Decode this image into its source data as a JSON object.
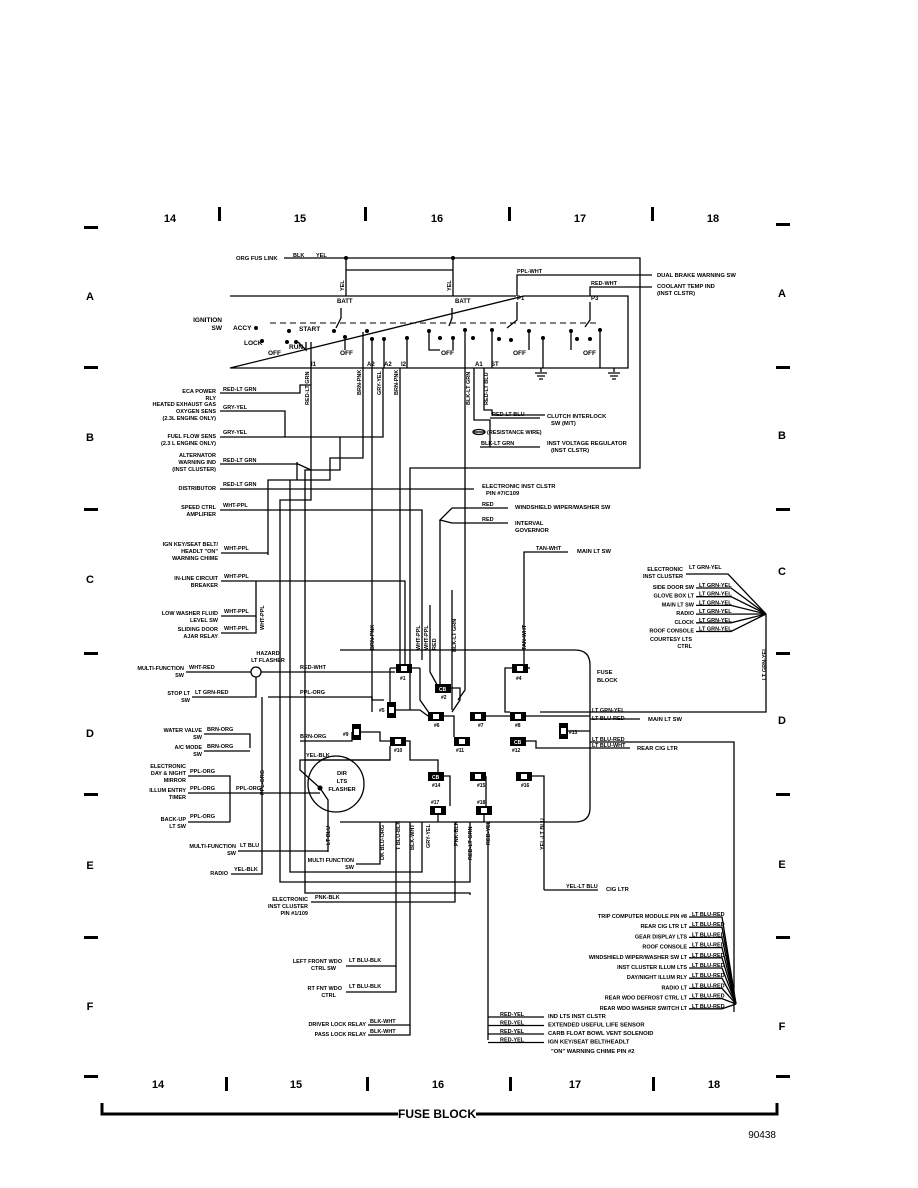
{
  "grid": {
    "columns_top": [
      "14",
      "15",
      "16",
      "17",
      "18"
    ],
    "columns_bottom": [
      "14",
      "15",
      "16",
      "17",
      "18"
    ],
    "rows_left": [
      "A",
      "B",
      "C",
      "D",
      "E",
      "F"
    ],
    "rows_right": [
      "A",
      "B",
      "C",
      "D",
      "E",
      "F"
    ]
  },
  "footer": {
    "title": "FUSE BLOCK",
    "figure_number": "90438"
  },
  "ignition": {
    "label": [
      "IGNITION",
      "SW"
    ],
    "accy": "ACCY",
    "lock": "LOCK",
    "start": "START",
    "run": "RUN",
    "off1": "OFF",
    "off2": "OFF",
    "off3": "OFF",
    "off4": "OFF",
    "off5": "OFF",
    "batt1": "BATT",
    "batt2": "BATT",
    "p1": "P1",
    "p3": "P3",
    "i1": "I1",
    "a2a": "A2",
    "a2b": "A2",
    "i2": "I2",
    "a1": "A1",
    "st": "ST"
  },
  "top": {
    "org_fus_link": "ORG FUS LINK",
    "blk": "BLK",
    "yel": "YEL",
    "yel_v1": "YEL",
    "yel_v2": "YEL",
    "ppl_wht": "PPL-WHT",
    "red_wht": "RED-WHT",
    "dual_brake": "DUAL BRAKE WARNING SW",
    "coolant_temp": [
      "COOLANT TEMP IND",
      "(INST CLSTR)"
    ]
  },
  "left_b": {
    "eca_power": [
      "ECA POWER",
      "RLY"
    ],
    "eca_wire": "RED-LT GRN",
    "heated_exhaust": [
      "HEATED EXHAUST GAS",
      "OXYGEN SENS",
      "(2.3L ENGINE ONLY)"
    ],
    "heated_wire": "GRY-YEL",
    "fuel_flow": [
      "FUEL FLOW SENS",
      "(2.3 L ENGINE ONLY)"
    ],
    "fuel_wire": "GRY-YEL",
    "alternator": [
      "ALTERNATOR",
      "WARNING IND",
      "(INST CLUSTER)"
    ],
    "alt_wire": "RED-LT GRN",
    "distributor": "DISTRIBUTOR",
    "dist_wire": "RED-LT GRN",
    "speed_ctrl": [
      "SPEED CTRL",
      "AMPLIFIER"
    ],
    "speed_wire": "WHT-PPL"
  },
  "center_b": {
    "red_lt_blu": "RED-LT BLU",
    "clutch": [
      "CLUTCH INTERLOCK",
      "SW (M/T)"
    ],
    "resistance": "(RESISTANCE WIRE)",
    "blk_lt_grn": "BLK-LT GRN",
    "voltage_reg": [
      "INST VOLTAGE REGULATOR",
      "(INST CLSTR)"
    ],
    "electronic_inst": [
      "ELECTRONIC INST CLSTR",
      "PIN #7/C109"
    ],
    "red1": "RED",
    "windshield": "WINDSHIELD WIPER/WASHER SW",
    "red2": "RED",
    "interval": [
      "INTERVAL",
      "GOVERNOR"
    ]
  },
  "verticals": {
    "red_lt_grn": "RED-LT GRN",
    "brn_pnk1": "BRN-PNK",
    "gry_yel": "GRY-YEL",
    "brn_pnk2": "BRN-PNK",
    "blk_lt_grn": "BLK-LT GRN",
    "red_lt_blu": "RED-LT BLU",
    "brn_pnk3": "BRN-PNK",
    "wht_ppl1": "WHT-PPL",
    "wht_ppl2": "WHT-PPL",
    "red": "RED",
    "blk_lt_grn2": "BLK-LT GRN",
    "tan_wht": "TAN-WHT",
    "wht_ppl3": "WHT-PPL",
    "lt_grn_yel": "LT GRN-YEL",
    "ppl_org": "PPL-ORG",
    "lt_blu": "LT BLU",
    "dk_blu_org": "DK BLU-ORG",
    "t_blu_blk": "T BLU-BLK",
    "blk_wht": "BLK-WHT",
    "gry_yel2": "GRY-YEL",
    "pnk_blk": "PNK-BLK",
    "red_lt_grn2": "RED-LT GRN",
    "red_yel": "RED-YEL",
    "yel_lt_blu": "YEL-LT BLU"
  },
  "left_c": {
    "ign_key": [
      "IGN KEY/SEAT BELT/",
      "HEADLT \"ON\"",
      "WARNING CHIME"
    ],
    "ign_wire": "WHT-PPL",
    "inline_cb": [
      "IN-LINE CIRCUIT",
      "BREAKER"
    ],
    "inline_wire": "WHT-PPL",
    "low_washer": [
      "LOW WASHER FLUID",
      "LEVEL SW"
    ],
    "low_wire": "WHT-PPL",
    "sliding_door": [
      "SLIDING DOOR",
      "AJAR RELAY"
    ],
    "sliding_wire": "WHT-PPL",
    "hazard": [
      "HAZARD",
      "LT FLASHER"
    ],
    "multi1": [
      "MULTI-FUNCTION",
      "SW"
    ],
    "multi1_wire": "WHT-RED",
    "stop_lt": [
      "STOP LT",
      "SW"
    ],
    "stop_wire": "LT GRN-RED",
    "red_wht": "RED-WHT",
    "ppl_org_h": "PPL-ORG"
  },
  "main_lt": {
    "tan_wht": "TAN-WHT",
    "label": "MAIN LT SW"
  },
  "right_c": {
    "electronic_cluster": [
      "ELECTRONIC",
      "INST CLUSTER"
    ],
    "ec_wire": "LT GRN-YEL",
    "items": [
      {
        "label": "SIDE DOOR SW",
        "wire": "LT GRN-YEL"
      },
      {
        "label": "GLOVE BOX LT",
        "wire": "LT GRN-YEL"
      },
      {
        "label": "MAIN LT SW",
        "wire": "LT GRN-YEL"
      },
      {
        "label": "RADIO",
        "wire": "LT GRN-YEL"
      },
      {
        "label": "CLOCK",
        "wire": "LT GRN-YEL"
      },
      {
        "label": "ROOF CONSOLE",
        "wire": "LT GRN-YEL"
      }
    ],
    "courtesy": [
      "COURTESY LTS",
      "CTRL"
    ]
  },
  "fuse_block": {
    "label": [
      "FUSE",
      "BLOCK"
    ],
    "fuses": [
      "#1",
      "#2",
      "#4",
      "#5",
      "#6",
      "#7",
      "#8",
      "#9",
      "#10",
      "#11",
      "#12",
      "#13",
      "#14",
      "#15",
      "#16",
      "#17",
      "#18"
    ],
    "cb": "CB",
    "dir_lts": [
      "DIR",
      "LTS",
      "FLASHER"
    ]
  },
  "left_d": {
    "water_valve": [
      "WATER VALVE",
      "SW"
    ],
    "water_wire": "BRN-ORG",
    "ac_mode": [
      "A/C MODE",
      "SW"
    ],
    "ac_wire": "BRN-ORG",
    "day_night": [
      "ELECTRONIC",
      "DAY & NIGHT",
      "MIRROR"
    ],
    "day_wire": "PPL-ORG",
    "illum_entry": [
      "ILLUM ENTRY",
      "TIMER"
    ],
    "illum_wire": "PPL-ORG",
    "backup": [
      "BACK-UP",
      "LT SW"
    ],
    "backup_wire": "PPL-ORG",
    "brn_org": "BRN-ORG",
    "yel_blk": "YEL-BLK",
    "ppl_org2": "PPL-ORG"
  },
  "right_d": {
    "lt_grn_yel": "LT GRN-YEL",
    "lt_blu_red": "LT BLU-RED",
    "main_lt": "MAIN LT SW",
    "lt_blu_red2": "LT BLU-RED",
    "lt_blu_wht": "LT BLU-WHT",
    "rear_cig": "REAR CIG LTR"
  },
  "left_e": {
    "multi2": [
      "MULTI-FUNCTION",
      "SW"
    ],
    "multi2_wire": "LT BLU",
    "multi3": [
      "MULTI FUNCTION",
      "SW"
    ],
    "radio": "RADIO",
    "radio_wire": "YEL-BLK",
    "electronic_inst": [
      "ELECTRONIC",
      "INST CLUSTER",
      "PIN #1/109"
    ],
    "einst_wire": "PNK-BLK"
  },
  "right_e": {
    "yel_lt_blu": "YEL-LT BLU",
    "cig_ltr": "CIG LTR"
  },
  "right_f": {
    "items": [
      {
        "label": "TRIP COMPUTER MODULE PIN #8",
        "wire": "LT BLU-RED"
      },
      {
        "label": "REAR CIG LTR LT",
        "wire": "LT BLU-RED"
      },
      {
        "label": "GEAR DISPLAY LTS",
        "wire": "LT BLU-RED"
      },
      {
        "label": "ROOF CONSOLE",
        "wire": "LT BLU-RED"
      },
      {
        "label": "WINDSHIELD WIPER/WASHER SW LT",
        "wire": "LT BLU-RED"
      },
      {
        "label": "INST CLUSTER ILLUM LTS",
        "wire": "LT BLU-RED"
      },
      {
        "label": "DAY/NIGHT ILLUM RLY",
        "wire": "LT BLU-RED"
      },
      {
        "label": "RADIO LT",
        "wire": "LT BLU-RED"
      },
      {
        "label": "REAR WDO DEFROST CTRL LT",
        "wire": "LT BLU-RED"
      },
      {
        "label": "REAR WDO WASHER SWITCH LT",
        "wire": "LT BLU-RED"
      }
    ]
  },
  "left_f": {
    "left_front": [
      "LEFT FRONT WDO",
      "CTRL SW"
    ],
    "lf_wire": "LT BLU-BLK",
    "rt_front": [
      "RT FNT WDO",
      "CTRL"
    ],
    "rf_wire": "LT BLU-BLK",
    "driver_lock": "DRIVER LOCK RELAY",
    "dl_wire": "BLK-WHT",
    "pass_lock": "PASS LOCK RELAY",
    "pl_wire": "BLK-WHT"
  },
  "bottom_f": {
    "items": [
      {
        "wire": "RED-YEL",
        "label": "IND LTS INST CLSTR"
      },
      {
        "wire": "RED-YEL",
        "label": "EXTENDED USEFUL LIFE SENSOR"
      },
      {
        "wire": "RED-YEL",
        "label": "CARB FLOAT BOWL VENT SOLENOID"
      },
      {
        "wire": "RED-YEL",
        "label": "IGN KEY/SEAT BELT/HEADLT"
      }
    ],
    "chime_pin": "\"ON\" WARNING CHIME PIN #2"
  }
}
